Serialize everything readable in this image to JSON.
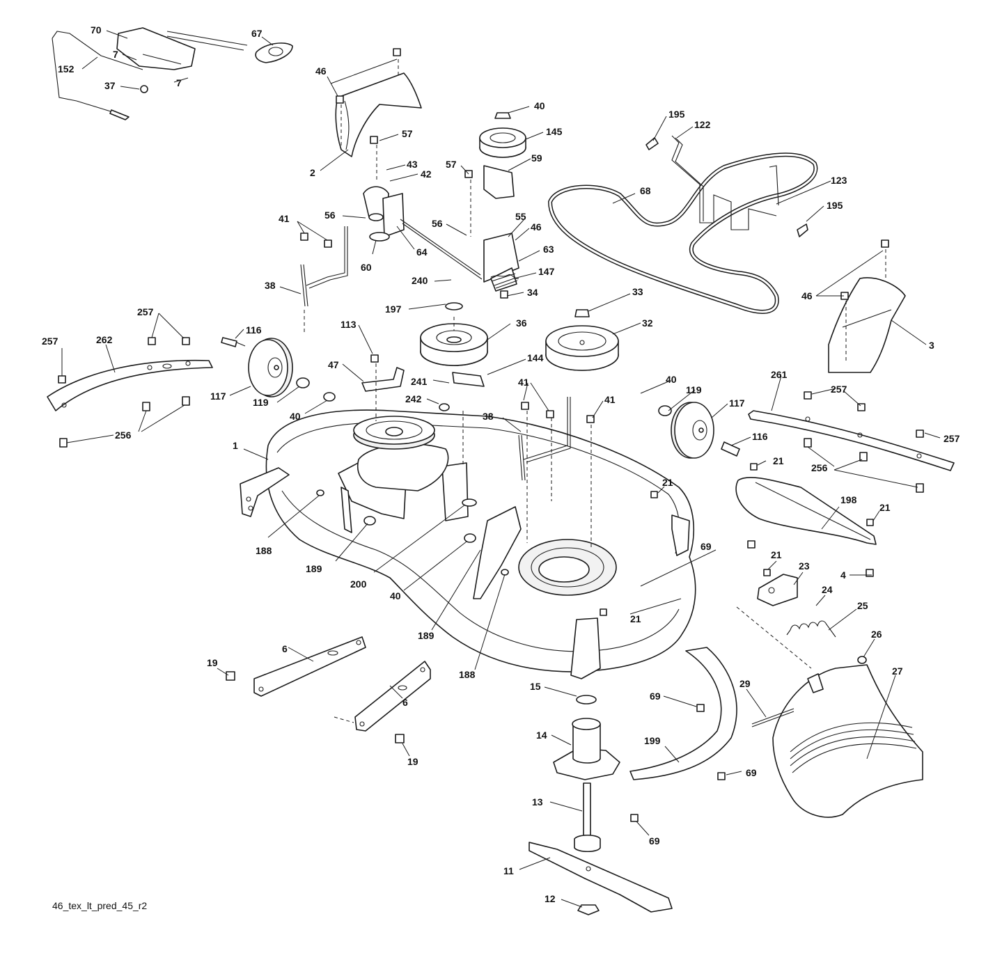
{
  "diagram": {
    "caption": "46_tex_lt_pred_45_r2",
    "callouts": [
      {
        "id": "c70",
        "label": "70"
      },
      {
        "id": "c67",
        "label": "67"
      },
      {
        "id": "c7a",
        "label": "7"
      },
      {
        "id": "c152",
        "label": "152"
      },
      {
        "id": "c37",
        "label": "37"
      },
      {
        "id": "c7b",
        "label": "7"
      },
      {
        "id": "c46a",
        "label": "46"
      },
      {
        "id": "c2",
        "label": "2"
      },
      {
        "id": "c57a",
        "label": "57"
      },
      {
        "id": "c43",
        "label": "43"
      },
      {
        "id": "c42",
        "label": "42"
      },
      {
        "id": "c40a",
        "label": "40"
      },
      {
        "id": "c145",
        "label": "145"
      },
      {
        "id": "c57b",
        "label": "57"
      },
      {
        "id": "c59",
        "label": "59"
      },
      {
        "id": "c195a",
        "label": "195"
      },
      {
        "id": "c122",
        "label": "122"
      },
      {
        "id": "c68",
        "label": "68"
      },
      {
        "id": "c123",
        "label": "123"
      },
      {
        "id": "c195b",
        "label": "195"
      },
      {
        "id": "c41a",
        "label": "41"
      },
      {
        "id": "c56a",
        "label": "56"
      },
      {
        "id": "c56b",
        "label": "56"
      },
      {
        "id": "c55",
        "label": "55"
      },
      {
        "id": "c46b",
        "label": "46"
      },
      {
        "id": "c64",
        "label": "64"
      },
      {
        "id": "c60",
        "label": "60"
      },
      {
        "id": "c63",
        "label": "63"
      },
      {
        "id": "c38a",
        "label": "38"
      },
      {
        "id": "c240",
        "label": "240"
      },
      {
        "id": "c147",
        "label": "147"
      },
      {
        "id": "c34",
        "label": "34"
      },
      {
        "id": "c197",
        "label": "197"
      },
      {
        "id": "c33",
        "label": "33"
      },
      {
        "id": "c46c",
        "label": "46"
      },
      {
        "id": "c3",
        "label": "3"
      },
      {
        "id": "c257a",
        "label": "257"
      },
      {
        "id": "c257b",
        "label": "257"
      },
      {
        "id": "c262",
        "label": "262"
      },
      {
        "id": "c116a",
        "label": "116"
      },
      {
        "id": "c113",
        "label": "113"
      },
      {
        "id": "c36",
        "label": "36"
      },
      {
        "id": "c32",
        "label": "32"
      },
      {
        "id": "c47",
        "label": "47"
      },
      {
        "id": "c144",
        "label": "144"
      },
      {
        "id": "c241",
        "label": "241"
      },
      {
        "id": "c261",
        "label": "261"
      },
      {
        "id": "c117a",
        "label": "117"
      },
      {
        "id": "c119a",
        "label": "119"
      },
      {
        "id": "c242",
        "label": "242"
      },
      {
        "id": "c41b",
        "label": "41"
      },
      {
        "id": "c40b",
        "label": "40"
      },
      {
        "id": "c119b",
        "label": "119"
      },
      {
        "id": "c257c",
        "label": "257"
      },
      {
        "id": "c40c",
        "label": "40"
      },
      {
        "id": "c256a",
        "label": "256"
      },
      {
        "id": "c38b",
        "label": "38"
      },
      {
        "id": "c41c",
        "label": "41"
      },
      {
        "id": "c117b",
        "label": "117"
      },
      {
        "id": "c257d",
        "label": "257"
      },
      {
        "id": "c116b",
        "label": "116"
      },
      {
        "id": "c1",
        "label": "1"
      },
      {
        "id": "c21a",
        "label": "21"
      },
      {
        "id": "c256b",
        "label": "256"
      },
      {
        "id": "c21b",
        "label": "21"
      },
      {
        "id": "c198",
        "label": "198"
      },
      {
        "id": "c188a",
        "label": "188"
      },
      {
        "id": "c21c",
        "label": "21"
      },
      {
        "id": "c189a",
        "label": "189"
      },
      {
        "id": "c69a",
        "label": "69"
      },
      {
        "id": "c4",
        "label": "4"
      },
      {
        "id": "c21d",
        "label": "21"
      },
      {
        "id": "c23",
        "label": "23"
      },
      {
        "id": "c200",
        "label": "200"
      },
      {
        "id": "c40d",
        "label": "40"
      },
      {
        "id": "c24",
        "label": "24"
      },
      {
        "id": "c21e",
        "label": "21"
      },
      {
        "id": "c25",
        "label": "25"
      },
      {
        "id": "c189b",
        "label": "189"
      },
      {
        "id": "c26",
        "label": "26"
      },
      {
        "id": "c6a",
        "label": "6"
      },
      {
        "id": "c19a",
        "label": "19"
      },
      {
        "id": "c188b",
        "label": "188"
      },
      {
        "id": "c27",
        "label": "27"
      },
      {
        "id": "c15",
        "label": "15"
      },
      {
        "id": "c29",
        "label": "29"
      },
      {
        "id": "c69b",
        "label": "69"
      },
      {
        "id": "c6b",
        "label": "6"
      },
      {
        "id": "c14",
        "label": "14"
      },
      {
        "id": "c19b",
        "label": "19"
      },
      {
        "id": "c199",
        "label": "199"
      },
      {
        "id": "c69c",
        "label": "69"
      },
      {
        "id": "c13",
        "label": "13"
      },
      {
        "id": "c69d",
        "label": "69"
      },
      {
        "id": "c11",
        "label": "11"
      },
      {
        "id": "c12",
        "label": "12"
      }
    ]
  }
}
